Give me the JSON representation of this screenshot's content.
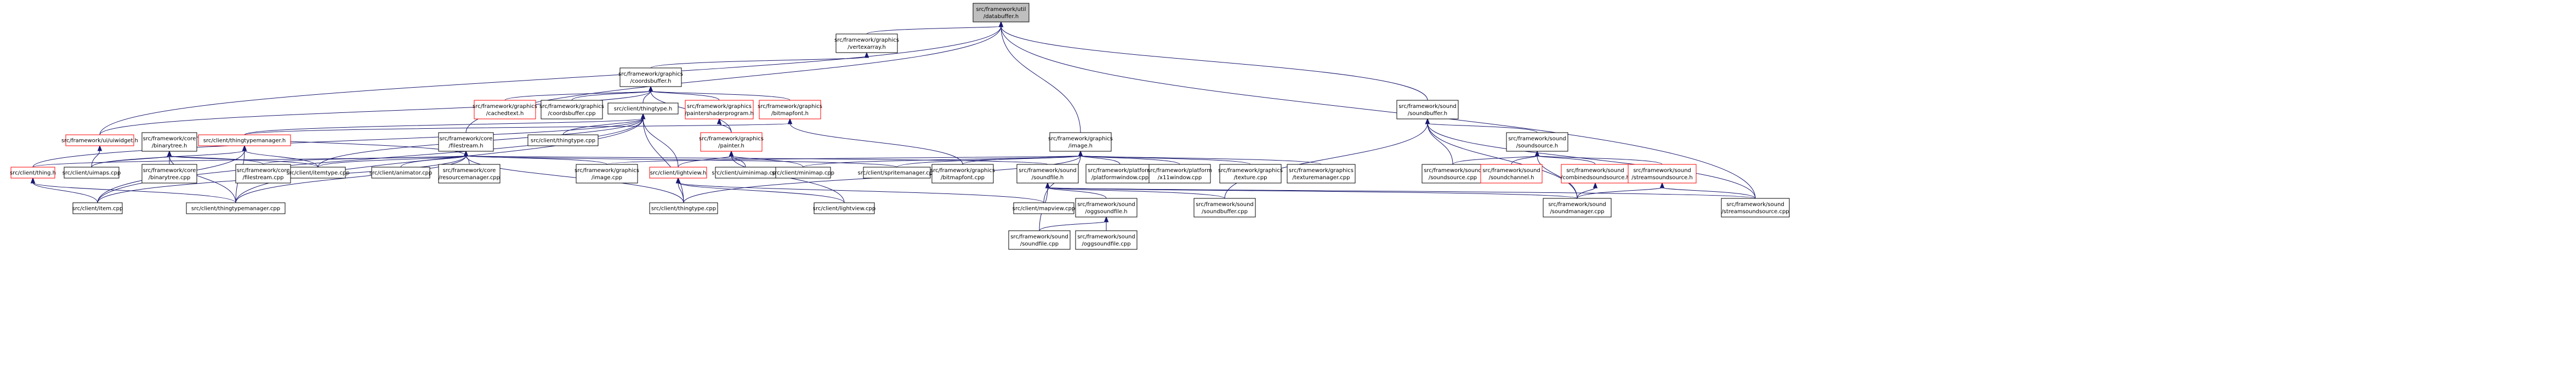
{
  "graph": {
    "nodes": [
      {
        "id": "root",
        "lines": [
          "src/framework/util",
          "/databuffer.h"
        ],
        "variant": "root"
      },
      {
        "id": "vertexarray",
        "lines": [
          "src/framework/graphics",
          "/vertexarray.h"
        ],
        "variant": "normal"
      },
      {
        "id": "coordsbuffer_h",
        "lines": [
          "src/framework/graphics",
          "/coordsbuffer.h"
        ],
        "variant": "normal"
      },
      {
        "id": "cachedtext_h",
        "lines": [
          "src/framework/graphics",
          "/cachedtext.h"
        ],
        "variant": "red"
      },
      {
        "id": "coordsbuffer_cpp",
        "lines": [
          "src/framework/graphics",
          "/coordsbuffer.cpp"
        ],
        "variant": "normal"
      },
      {
        "id": "paintershaderprogram_h",
        "lines": [
          "src/framework/graphics",
          "/paintershaderprogram.h"
        ],
        "variant": "red"
      },
      {
        "id": "bitmapfont_h",
        "lines": [
          "src/framework/graphics",
          "/bitmapfont.h"
        ],
        "variant": "red"
      },
      {
        "id": "thingtype_h",
        "lines": [
          "src/client/thingtype.h"
        ],
        "variant": "normal"
      },
      {
        "id": "thingtype_cpp_top",
        "lines": [
          "src/client/thingtype.cpp"
        ],
        "variant": "normal"
      },
      {
        "id": "uiwidget_h",
        "lines": [
          "src/framework/ui/uiwidget.h"
        ],
        "variant": "red"
      },
      {
        "id": "binarytree_h",
        "lines": [
          "src/framework/core",
          "/binarytree.h"
        ],
        "variant": "normal"
      },
      {
        "id": "thingtypemanager_h",
        "lines": [
          "src/client/thingtypemanager.h"
        ],
        "variant": "red"
      },
      {
        "id": "filestream_h",
        "lines": [
          "src/framework/core",
          "/filestream.h"
        ],
        "variant": "normal"
      },
      {
        "id": "painter_h",
        "lines": [
          "src/framework/graphics",
          "/painter.h"
        ],
        "variant": "red"
      },
      {
        "id": "image_h",
        "lines": [
          "src/framework/graphics",
          "/image.h"
        ],
        "variant": "normal"
      },
      {
        "id": "soundbuffer_h",
        "lines": [
          "src/framework/sound",
          "/soundbuffer.h"
        ],
        "variant": "normal"
      },
      {
        "id": "soundsource_h",
        "lines": [
          "src/framework/sound",
          "/soundsource.h"
        ],
        "variant": "normal"
      },
      {
        "id": "thing_h",
        "lines": [
          "src/client/thing.h"
        ],
        "variant": "red"
      },
      {
        "id": "uimaps_cpp",
        "lines": [
          "src/client/uimaps.cpp"
        ],
        "variant": "normal"
      },
      {
        "id": "binarytree_cpp",
        "lines": [
          "src/framework/core",
          "/binarytree.cpp"
        ],
        "variant": "normal"
      },
      {
        "id": "filestream_cpp",
        "lines": [
          "src/framework/core",
          "/filestream.cpp"
        ],
        "variant": "normal"
      },
      {
        "id": "itemtype_cpp",
        "lines": [
          "src/client/itemtype.cpp"
        ],
        "variant": "normal"
      },
      {
        "id": "animator_cpp",
        "lines": [
          "src/client/animator.cpp"
        ],
        "variant": "normal"
      },
      {
        "id": "resourcemanager_cpp",
        "lines": [
          "src/framework/core",
          "/resourcemanager.cpp"
        ],
        "variant": "normal"
      },
      {
        "id": "image_cpp",
        "lines": [
          "src/framework/graphics",
          "/image.cpp"
        ],
        "variant": "normal"
      },
      {
        "id": "lightview_h",
        "lines": [
          "src/client/lightview.h"
        ],
        "variant": "red"
      },
      {
        "id": "uiminimap_cpp",
        "lines": [
          "src/client/uiminimap.cpp"
        ],
        "variant": "normal"
      },
      {
        "id": "minimap_cpp",
        "lines": [
          "src/client/minimap.cpp"
        ],
        "variant": "normal"
      },
      {
        "id": "spritemanager_cpp",
        "lines": [
          "src/client/spritemanager.cpp"
        ],
        "variant": "normal"
      },
      {
        "id": "bitmapfont_cpp",
        "lines": [
          "src/framework/graphics",
          "/bitmapfont.cpp"
        ],
        "variant": "normal"
      },
      {
        "id": "soundfile_h",
        "lines": [
          "src/framework/sound",
          "/soundfile.h"
        ],
        "variant": "normal"
      },
      {
        "id": "platformwindow_cpp",
        "lines": [
          "src/framework/platform",
          "/platformwindow.cpp"
        ],
        "variant": "normal"
      },
      {
        "id": "x11window_cpp",
        "lines": [
          "src/framework/platform",
          "/x11window.cpp"
        ],
        "variant": "normal"
      },
      {
        "id": "texture_cpp",
        "lines": [
          "src/framework/graphics",
          "/texture.cpp"
        ],
        "variant": "normal"
      },
      {
        "id": "texturemanager_cpp",
        "lines": [
          "src/framework/graphics",
          "/texturemanager.cpp"
        ],
        "variant": "normal"
      },
      {
        "id": "soundsource_cpp",
        "lines": [
          "src/framework/sound",
          "/soundsource.cpp"
        ],
        "variant": "normal"
      },
      {
        "id": "soundchannel_h",
        "lines": [
          "src/framework/sound",
          "/soundchannel.h"
        ],
        "variant": "red"
      },
      {
        "id": "combinedsoundsource_h",
        "lines": [
          "src/framework/sound",
          "/combinedsoundsource.h"
        ],
        "variant": "red"
      },
      {
        "id": "streamsoundsource_h",
        "lines": [
          "src/framework/sound",
          "/streamsoundsource.h"
        ],
        "variant": "red"
      },
      {
        "id": "item_cpp",
        "lines": [
          "src/client/item.cpp"
        ],
        "variant": "normal"
      },
      {
        "id": "thingtypemanager_cpp",
        "lines": [
          "src/client/thingtypemanager.cpp"
        ],
        "variant": "normal"
      },
      {
        "id": "thingtype_cpp",
        "lines": [
          "src/client/thingtype.cpp"
        ],
        "variant": "normal"
      },
      {
        "id": "lightview_cpp",
        "lines": [
          "src/client/lightview.cpp"
        ],
        "variant": "normal"
      },
      {
        "id": "mapview_cpp",
        "lines": [
          "src/client/mapview.cpp"
        ],
        "variant": "normal"
      },
      {
        "id": "oggsoundfile_h",
        "lines": [
          "src/framework/sound",
          "/oggsoundfile.h"
        ],
        "variant": "normal"
      },
      {
        "id": "soundbuffer_cpp",
        "lines": [
          "src/framework/sound",
          "/soundbuffer.cpp"
        ],
        "variant": "normal"
      },
      {
        "id": "soundmanager_cpp",
        "lines": [
          "src/framework/sound",
          "/soundmanager.cpp"
        ],
        "variant": "normal"
      },
      {
        "id": "streamsoundsource_cpp",
        "lines": [
          "src/framework/sound",
          "/streamsoundsource.cpp"
        ],
        "variant": "normal"
      },
      {
        "id": "soundfile_cpp",
        "lines": [
          "src/framework/sound",
          "/soundfile.cpp"
        ],
        "variant": "normal"
      },
      {
        "id": "oggsoundfile_cpp",
        "lines": [
          "src/framework/sound",
          "/oggsoundfile.cpp"
        ],
        "variant": "normal"
      }
    ],
    "edges": [
      [
        "root",
        "vertexarray"
      ],
      [
        "root",
        "uiwidget_h"
      ],
      [
        "root",
        "filestream_h"
      ],
      [
        "root",
        "image_h"
      ],
      [
        "root",
        "soundbuffer_h"
      ],
      [
        "root",
        "streamsoundsource_cpp"
      ],
      [
        "vertexarray",
        "coordsbuffer_h"
      ],
      [
        "coordsbuffer_h",
        "cachedtext_h"
      ],
      [
        "coordsbuffer_h",
        "coordsbuffer_cpp"
      ],
      [
        "coordsbuffer_h",
        "paintershaderprogram_h"
      ],
      [
        "coordsbuffer_h",
        "bitmapfont_h"
      ],
      [
        "coordsbuffer_h",
        "thingtype_h"
      ],
      [
        "coordsbuffer_h",
        "painter_h"
      ],
      [
        "coordsbuffer_h",
        "uiwidget_h"
      ],
      [
        "paintershaderprogram_h",
        "painter_h"
      ],
      [
        "bitmapfont_h",
        "bitmapfont_cpp"
      ],
      [
        "bitmapfont_h",
        "thingtypemanager_h"
      ],
      [
        "thingtype_h",
        "thingtype_cpp_top"
      ],
      [
        "thingtype_h",
        "thingtypemanager_h"
      ],
      [
        "thingtype_h",
        "thing_h"
      ],
      [
        "thingtype_h",
        "lightview_h"
      ],
      [
        "thingtype_h",
        "thingtype_cpp"
      ],
      [
        "thingtype_h",
        "thingtypemanager_cpp"
      ],
      [
        "thingtype_h",
        "itemtype_cpp"
      ],
      [
        "thingtype_h",
        "item_cpp"
      ],
      [
        "uiwidget_h",
        "uimaps_cpp"
      ],
      [
        "binarytree_h",
        "binarytree_cpp"
      ],
      [
        "binarytree_h",
        "filestream_cpp"
      ],
      [
        "binarytree_h",
        "itemtype_cpp"
      ],
      [
        "binarytree_h",
        "thingtypemanager_cpp"
      ],
      [
        "binarytree_h",
        "uimaps_cpp"
      ],
      [
        "thingtypemanager_h",
        "thingtypemanager_cpp"
      ],
      [
        "thingtypemanager_h",
        "item_cpp"
      ],
      [
        "thingtypemanager_h",
        "uimaps_cpp"
      ],
      [
        "thingtypemanager_h",
        "itemtype_cpp"
      ],
      [
        "filestream_h",
        "binarytree_h"
      ],
      [
        "filestream_h",
        "filestream_cpp"
      ],
      [
        "filestream_h",
        "itemtype_cpp"
      ],
      [
        "filestream_h",
        "animator_cpp"
      ],
      [
        "filestream_h",
        "resourcemanager_cpp"
      ],
      [
        "filestream_h",
        "image_cpp"
      ],
      [
        "filestream_h",
        "thingtype_cpp"
      ],
      [
        "filestream_h",
        "thingtypemanager_cpp"
      ],
      [
        "filestream_h",
        "item_cpp"
      ],
      [
        "filestream_h",
        "spritemanager_cpp"
      ],
      [
        "filestream_h",
        "soundfile_h"
      ],
      [
        "filestream_h",
        "thing_h"
      ],
      [
        "painter_h",
        "lightview_h"
      ],
      [
        "painter_h",
        "uiminimap_cpp"
      ],
      [
        "painter_h",
        "minimap_cpp"
      ],
      [
        "painter_h",
        "lightview_cpp"
      ],
      [
        "image_h",
        "image_cpp"
      ],
      [
        "image_h",
        "spritemanager_cpp"
      ],
      [
        "image_h",
        "bitmapfont_cpp"
      ],
      [
        "image_h",
        "platformwindow_cpp"
      ],
      [
        "image_h",
        "x11window_cpp"
      ],
      [
        "image_h",
        "texture_cpp"
      ],
      [
        "image_h",
        "texturemanager_cpp"
      ],
      [
        "image_h",
        "minimap_cpp"
      ],
      [
        "image_h",
        "thingtype_cpp"
      ],
      [
        "image_h",
        "mapview_cpp"
      ],
      [
        "lightview_h",
        "lightview_cpp"
      ],
      [
        "lightview_h",
        "mapview_cpp"
      ],
      [
        "lightview_h",
        "thingtype_cpp"
      ],
      [
        "soundbuffer_h",
        "soundsource_h"
      ],
      [
        "soundbuffer_h",
        "soundsource_cpp"
      ],
      [
        "soundbuffer_h",
        "soundbuffer_cpp"
      ],
      [
        "soundbuffer_h",
        "soundmanager_cpp"
      ],
      [
        "soundbuffer_h",
        "streamsoundsource_cpp"
      ],
      [
        "soundsource_h",
        "soundsource_cpp"
      ],
      [
        "soundsource_h",
        "soundchannel_h"
      ],
      [
        "soundsource_h",
        "combinedsoundsource_h"
      ],
      [
        "soundsource_h",
        "streamsoundsource_h"
      ],
      [
        "soundsource_h",
        "soundmanager_cpp"
      ],
      [
        "combinedsoundsource_h",
        "soundmanager_cpp"
      ],
      [
        "streamsoundsource_h",
        "soundmanager_cpp"
      ],
      [
        "streamsoundsource_h",
        "streamsoundsource_cpp"
      ],
      [
        "soundfile_h",
        "oggsoundfile_h"
      ],
      [
        "soundfile_h",
        "soundfile_cpp"
      ],
      [
        "soundfile_h",
        "soundbuffer_cpp"
      ],
      [
        "soundfile_h",
        "soundmanager_cpp"
      ],
      [
        "soundfile_h",
        "streamsoundsource_cpp"
      ],
      [
        "oggsoundfile_h",
        "soundfile_cpp"
      ],
      [
        "oggsoundfile_h",
        "oggsoundfile_cpp"
      ],
      [
        "thing_h",
        "item_cpp"
      ],
      [
        "thing_h",
        "thingtypemanager_cpp"
      ]
    ]
  }
}
